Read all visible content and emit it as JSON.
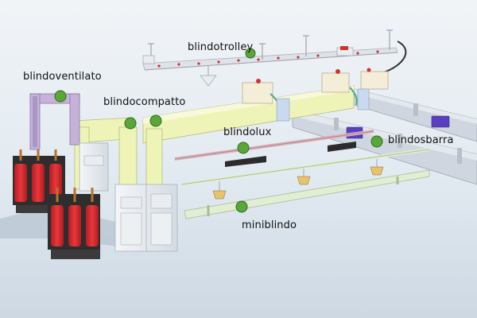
{
  "labels": {
    "blindotrolley": "blindotrolley",
    "blindoventilato": "blindoventilato",
    "blindocompatto": "blindocompatto",
    "blindolux": "blindolux",
    "blindosbarra": "blindosbarra",
    "miniblindo": "miniblindo"
  },
  "colors": {
    "background": "#dfe8f0",
    "marker": "#5aa63a",
    "transformer": "#d3262c",
    "duct_yellow": "#eef3b8",
    "duct_purple": "#c6b2d8",
    "rail_light": "#e2eed4",
    "busway_grey": "#cfd6df",
    "accent_purple": "#5a3fc0",
    "trolley_rail": "#dfe3e8",
    "trolley_dot": "#d23232"
  }
}
